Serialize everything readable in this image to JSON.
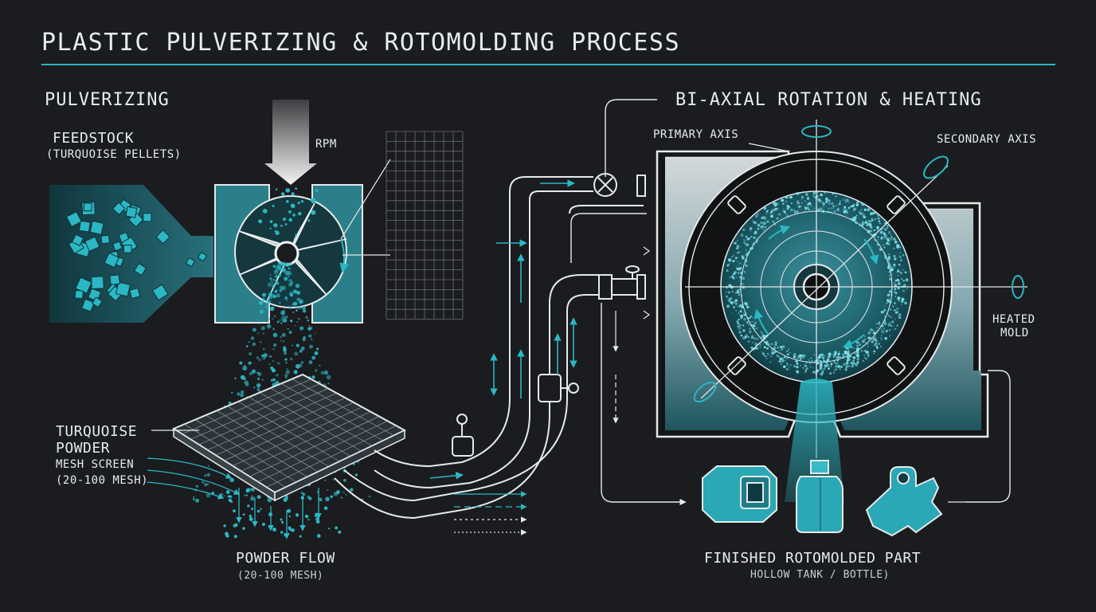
{
  "title": "PLASTIC PULVERIZING & ROTOMOLDING PROCESS",
  "sections": {
    "pulverizing": "PULVERIZING",
    "rotation": "BI-AXIAL ROTATION & HEATING"
  },
  "labels": {
    "feedstock": "FEEDSTOCK",
    "feedstock_sub": "(TURQUOISE PELLETS)",
    "rpm": "RPM",
    "powder_line1": "TURQUOISE",
    "powder_line2": "POWDER",
    "mesh_screen": "MESH SCREEN",
    "mesh_range": "(20-100 MESH)",
    "powder_flow": "POWDER FLOW",
    "powder_flow_sub": "(20-100 MESH)",
    "primary_axis": "PRIMARY AXIS",
    "secondary_axis": "SECONDARY AXIS",
    "heated_line1": "HEATED",
    "heated_line2": "MOLD",
    "finished": "FINISHED ROTOMOLDED PART",
    "finished_sub": "HOLLOW TANK / BOTTLE)"
  },
  "colors": {
    "background": "#1b1c1f",
    "accent": "#2bb7c4",
    "line": "#e6e9ea",
    "panel": "#1f5c66"
  }
}
